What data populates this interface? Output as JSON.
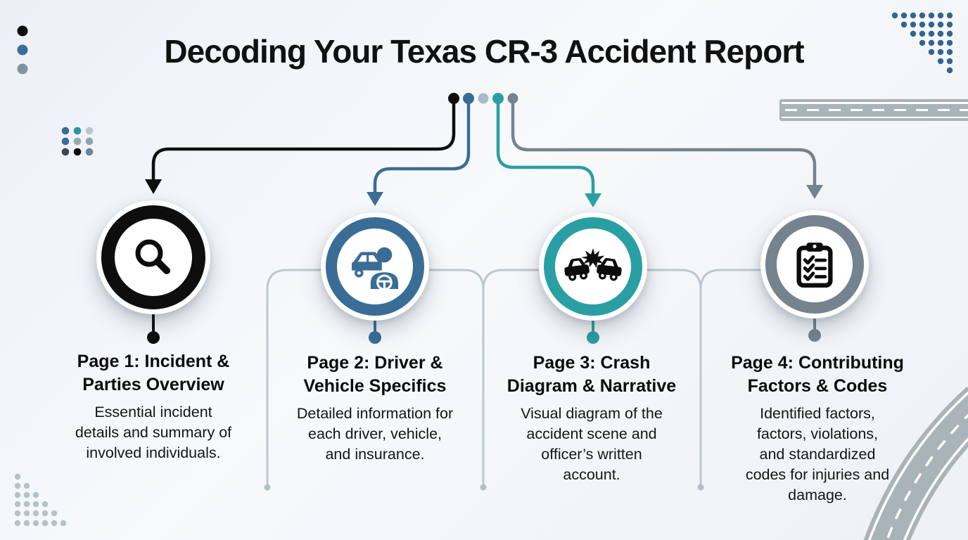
{
  "title": "Decoding Your Texas CR-3 Accident Report",
  "palette": {
    "black": "#0e0e0e",
    "steel_blue": "#3a6d96",
    "light_blue": "#a7bccb",
    "teal": "#2a9fa3",
    "slate_gray": "#75838e",
    "bracket_gray": "#bdc7cf",
    "road_gray": "#a9b3ba",
    "background": "#eff3f8"
  },
  "columns": [
    {
      "icon": "magnifier-icon",
      "accent": "#0e0e0e",
      "heading_lines": [
        "Page 1: Incident &",
        "Parties Overview"
      ],
      "body_lines": [
        "Essential incident",
        "details and summary of",
        "involved individuals."
      ]
    },
    {
      "icon": "driver-vehicle-icon",
      "accent": "#3a6d96",
      "heading_lines": [
        "Page 2: Driver &",
        "Vehicle Specifics"
      ],
      "body_lines": [
        "Detailed information for",
        "each driver, vehicle,",
        "and insurance."
      ]
    },
    {
      "icon": "car-crash-icon",
      "accent": "#2a9fa3",
      "heading_lines": [
        "Page 3: Crash",
        "Diagram & Narrative"
      ],
      "body_lines": [
        "Visual diagram of the",
        "accident scene and",
        "officer’s written",
        "account."
      ]
    },
    {
      "icon": "checklist-clipboard-icon",
      "accent": "#75838e",
      "heading_lines": [
        "Page 4: Contributing",
        "Factors & Codes"
      ],
      "body_lines": [
        "Identified factors,",
        "factors, violations,",
        "and standardized",
        "codes for injuries and",
        "damage."
      ]
    }
  ]
}
